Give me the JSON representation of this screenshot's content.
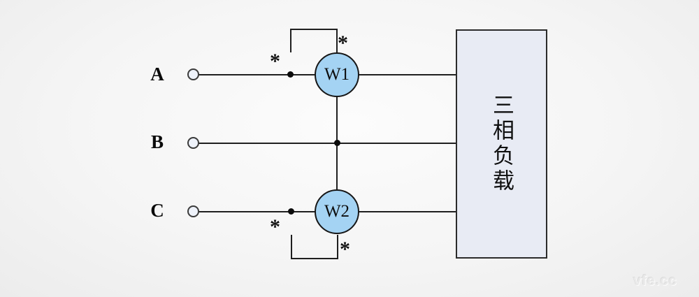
{
  "phases": [
    {
      "label": "A"
    },
    {
      "label": "B"
    },
    {
      "label": "C"
    }
  ],
  "wattmeters": [
    {
      "label": "W1"
    },
    {
      "label": "W2"
    }
  ],
  "load": {
    "label": "三相负载"
  },
  "polarity": {
    "mark": "*"
  },
  "watermark": {
    "text": "vfe.cc"
  },
  "colors": {
    "wire": "#1f1f1f",
    "wattmeter_fill": "#a4d3f3",
    "load_fill": "#e8ebf4",
    "terminal_fill": "#eef2fa",
    "background": "#f2f2f2"
  }
}
